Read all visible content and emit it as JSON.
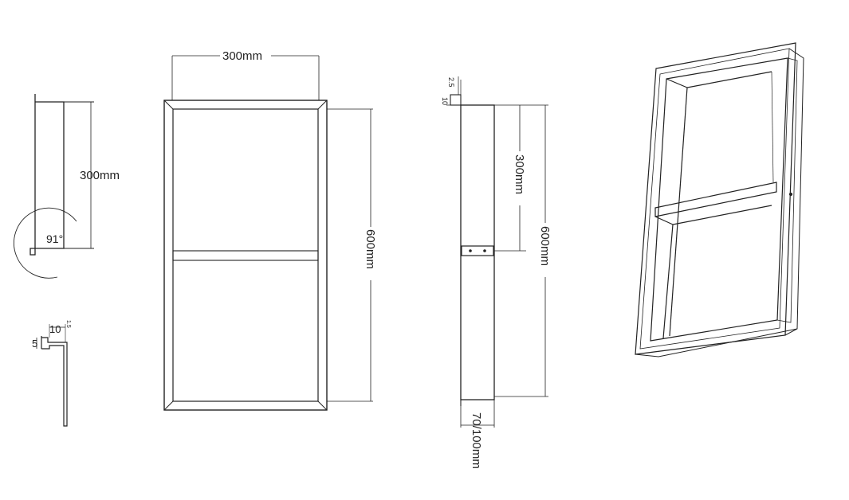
{
  "dimensions": {
    "front_width": "300mm",
    "front_height": "600mm",
    "side_upper_height": "300mm",
    "side_total_height": "600mm",
    "side_depth": "70/100mm",
    "profile_angle": "91°",
    "detail_lip_width": "10",
    "detail_lip_height": "5",
    "detail_wall": "1.5",
    "top_wall": "2.5",
    "top_flange": "10"
  },
  "colors": {
    "line": "#222222",
    "background": "#ffffff"
  }
}
